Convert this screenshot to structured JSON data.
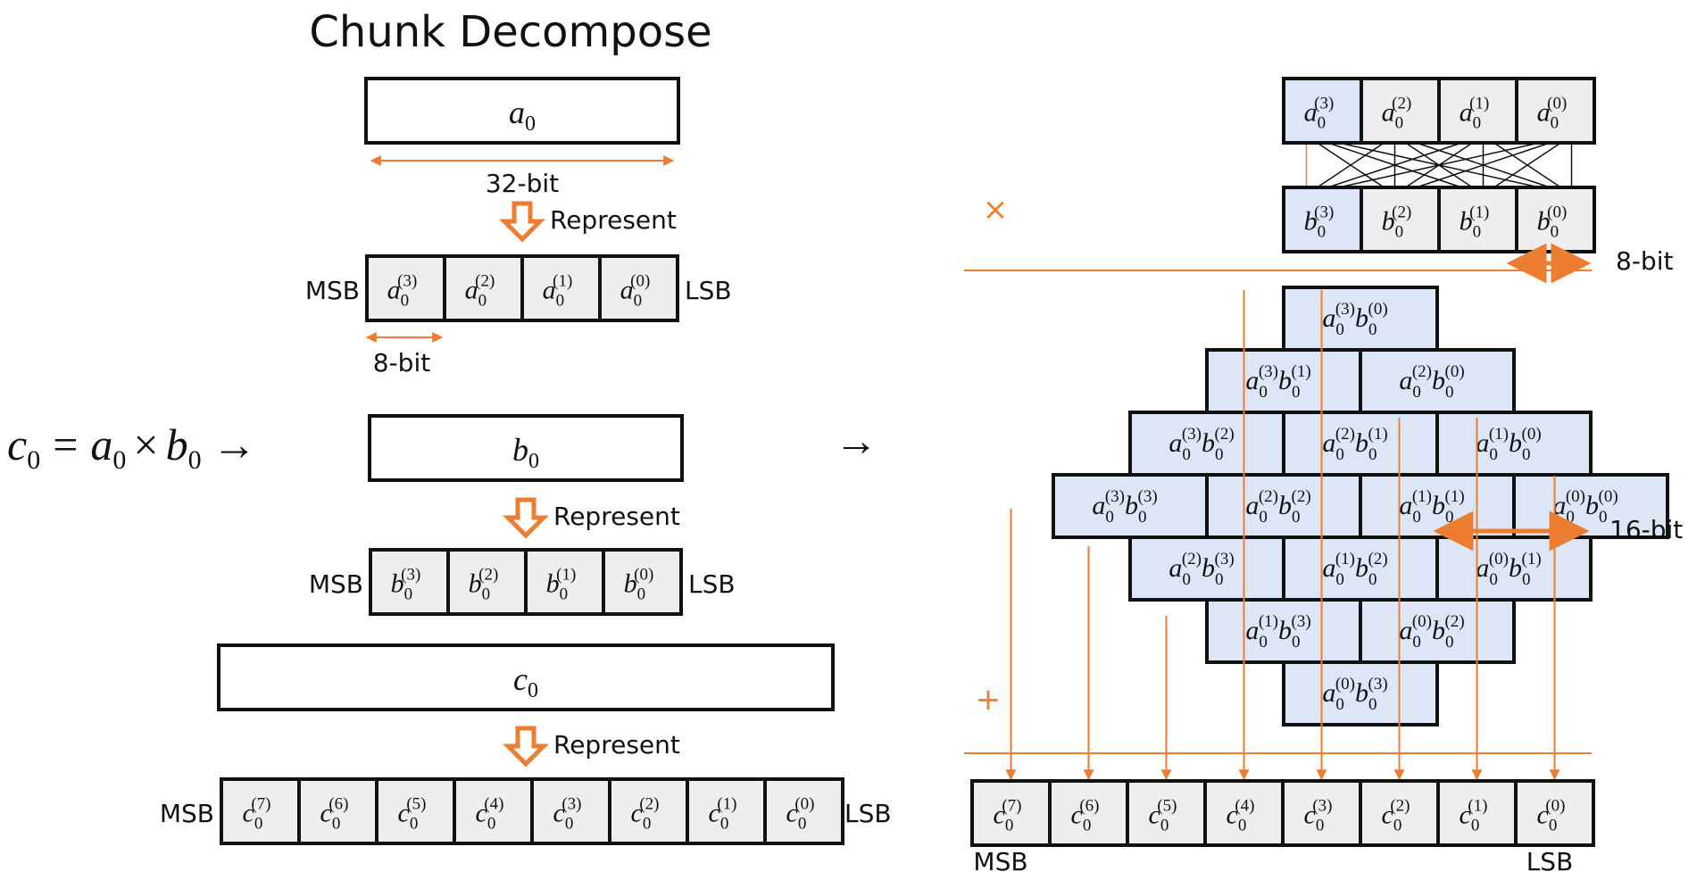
{
  "title": "Chunk Decompose",
  "equation": {
    "lhs_var": "c",
    "sub": "0",
    "a_var": "a",
    "b_var": "b",
    "eq": "=",
    "times": "×",
    "arrow": "→"
  },
  "mid_arrow": "→",
  "labels": {
    "msb": "MSB",
    "lsb": "LSB",
    "represent": "Represent",
    "bits_32": "32-bit",
    "bits_8": "8-bit",
    "bits_16": "16-bit",
    "times_sign": "×",
    "plus_sign": "+"
  },
  "words": {
    "a": {
      "var": "a",
      "sub": "0"
    },
    "b": {
      "var": "b",
      "sub": "0"
    },
    "c": {
      "var": "c",
      "sub": "0"
    }
  },
  "chunks": {
    "a": [
      {
        "var": "a",
        "sub": "0",
        "sup": "(3)"
      },
      {
        "var": "a",
        "sub": "0",
        "sup": "(2)"
      },
      {
        "var": "a",
        "sub": "0",
        "sup": "(1)"
      },
      {
        "var": "a",
        "sub": "0",
        "sup": "(0)"
      }
    ],
    "b": [
      {
        "var": "b",
        "sub": "0",
        "sup": "(3)"
      },
      {
        "var": "b",
        "sub": "0",
        "sup": "(2)"
      },
      {
        "var": "b",
        "sub": "0",
        "sup": "(1)"
      },
      {
        "var": "b",
        "sub": "0",
        "sup": "(0)"
      }
    ],
    "c": [
      {
        "var": "c",
        "sub": "0",
        "sup": "(7)"
      },
      {
        "var": "c",
        "sub": "0",
        "sup": "(6)"
      },
      {
        "var": "c",
        "sub": "0",
        "sup": "(5)"
      },
      {
        "var": "c",
        "sub": "0",
        "sup": "(4)"
      },
      {
        "var": "c",
        "sub": "0",
        "sup": "(3)"
      },
      {
        "var": "c",
        "sub": "0",
        "sup": "(2)"
      },
      {
        "var": "c",
        "sub": "0",
        "sup": "(1)"
      },
      {
        "var": "c",
        "sub": "0",
        "sup": "(0)"
      }
    ]
  },
  "products": [
    [
      {
        "a": "(3)",
        "b": "(0)"
      }
    ],
    [
      {
        "a": "(3)",
        "b": "(1)"
      },
      {
        "a": "(2)",
        "b": "(0)"
      }
    ],
    [
      {
        "a": "(3)",
        "b": "(2)"
      },
      {
        "a": "(2)",
        "b": "(1)"
      },
      {
        "a": "(1)",
        "b": "(0)"
      }
    ],
    [
      {
        "a": "(3)",
        "b": "(3)"
      },
      {
        "a": "(2)",
        "b": "(2)"
      },
      {
        "a": "(1)",
        "b": "(1)"
      },
      {
        "a": "(0)",
        "b": "(0)"
      }
    ],
    [
      {
        "a": "(2)",
        "b": "(3)"
      },
      {
        "a": "(1)",
        "b": "(2)"
      },
      {
        "a": "(0)",
        "b": "(1)"
      }
    ],
    [
      {
        "a": "(1)",
        "b": "(3)"
      },
      {
        "a": "(0)",
        "b": "(2)"
      }
    ],
    [
      {
        "a": "(0)",
        "b": "(3)"
      }
    ]
  ],
  "colors": {
    "accent": "#ed7d31",
    "chunk_fill": "#eeeeee",
    "highlight_fill": "#dce6f7",
    "stroke": "#111111"
  }
}
